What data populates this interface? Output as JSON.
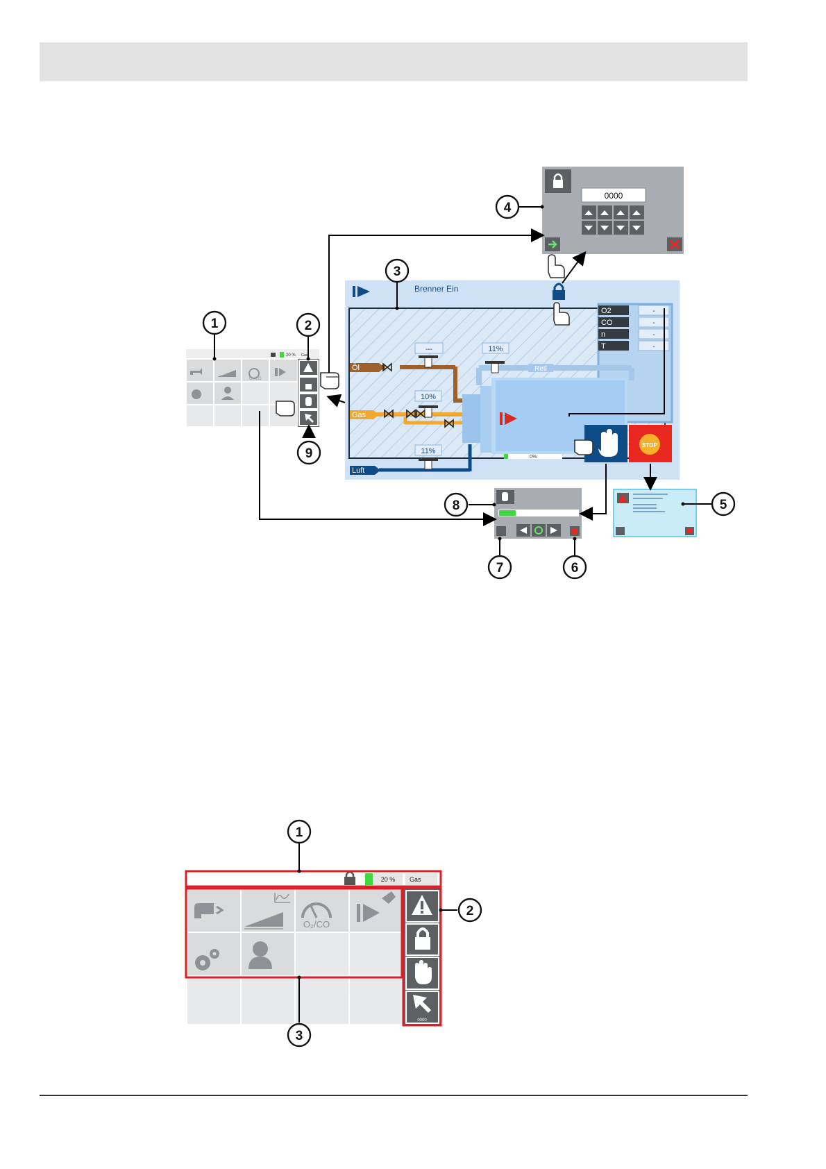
{
  "callouts": {
    "top": [
      "1",
      "2",
      "3",
      "4",
      "5",
      "6",
      "7",
      "8",
      "9"
    ],
    "bottom": [
      "1",
      "2",
      "3"
    ]
  },
  "code_dialog": {
    "code": "0000"
  },
  "main_screen": {
    "status": "Brenner Ein",
    "oil_label": "Öl",
    "gas_label": "Gas",
    "air_label": "Luft",
    "return_label": "Retl",
    "oil_valve_value": "---",
    "oil_return_value": "11%",
    "gas_value": "10%",
    "air_value": "11%",
    "flame_value": "0%",
    "readouts": [
      {
        "name": "O2",
        "value": "-"
      },
      {
        "name": "CO",
        "value": "-"
      },
      {
        "name": "n",
        "value": "-"
      },
      {
        "name": "T",
        "value": "-"
      }
    ],
    "stop_label": "STOP"
  },
  "small_menu": {
    "load": "20 %",
    "fuel": "Gas",
    "o2co": "O₂/CO"
  },
  "large_menu": {
    "load": "20 %",
    "fuel": "Gas",
    "o2co_label": "O₂/CO",
    "cursor_code": "0000"
  },
  "colors": {
    "accent_blue": "#0d4c86",
    "oil_brown": "#a0602a",
    "gas_yellow": "#f2a72e",
    "stop_red": "#e8281e",
    "highlight_red": "#d8202a",
    "load_green": "#3fd93f"
  }
}
